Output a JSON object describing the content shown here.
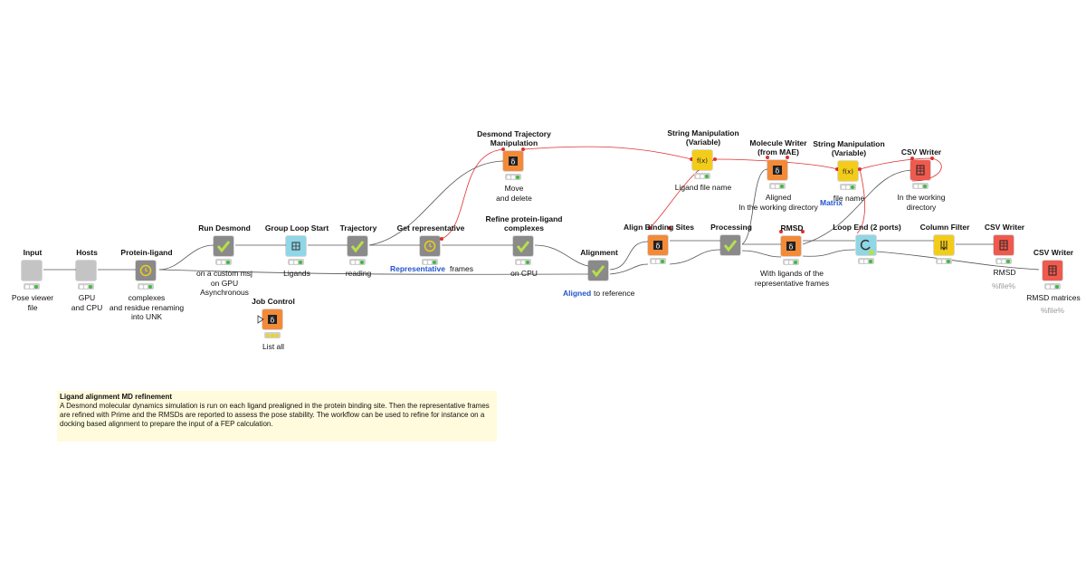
{
  "nodes": [
    {
      "title": "Input",
      "desc": "Pose viewer\nfile",
      "color": "gray",
      "icon": "blank-icon",
      "status": "green"
    },
    {
      "title": "Hosts",
      "desc": "GPU\nand CPU",
      "color": "gray",
      "icon": "blank-icon",
      "status": "green"
    },
    {
      "title": "Protein-ligand",
      "desc": "complexes\nand residue renaming\ninto UNK",
      "color": "meta",
      "icon": "clock-icon",
      "status": "green"
    },
    {
      "title": "Run Desmond",
      "desc": "on a custom msj\non GPU\nAsynchronous",
      "color": "meta",
      "icon": "check-icon",
      "status": "green"
    },
    {
      "title": "Group Loop Start",
      "desc": "Ligands",
      "color": "teal",
      "icon": "loop-start-icon",
      "status": "green"
    },
    {
      "title": "Trajectory",
      "desc": "reading",
      "color": "meta",
      "icon": "check-icon",
      "status": "green"
    },
    {
      "title": "Get representative",
      "desc": "",
      "color": "meta",
      "icon": "clock-icon",
      "status": "green"
    },
    {
      "title": "Desmond Trajectory\nManipulation",
      "desc": "Move\nand delete",
      "color": "orange",
      "icon": "schrodinger-icon",
      "status": "green"
    },
    {
      "title": "Refine protein-ligand\ncomplexes",
      "desc": "on CPU",
      "color": "meta",
      "icon": "check-icon",
      "status": "green"
    },
    {
      "title": "Alignment",
      "desc": "",
      "color": "meta",
      "icon": "check-icon",
      "status": "green"
    },
    {
      "title": "Align Binding Sites",
      "desc": "",
      "color": "orange",
      "icon": "schrodinger-icon",
      "status": "green"
    },
    {
      "title": "String Manipulation\n(Variable)",
      "desc": "Ligand file name",
      "color": "yellow",
      "icon": "string-var-icon",
      "status": "green"
    },
    {
      "title": "Processing",
      "desc": "",
      "color": "meta",
      "icon": "check-icon",
      "status": "green"
    },
    {
      "title": "Molecule Writer\n(from MAE)",
      "desc": "Aligned\nIn the working directory",
      "color": "orange",
      "icon": "schrodinger-icon",
      "status": "green"
    },
    {
      "title": "RMSD",
      "desc": "With ligands of the\nrepresentative frames",
      "color": "orange",
      "icon": "schrodinger-icon",
      "status": "green"
    },
    {
      "title": "String Manipulation\n(Variable)",
      "desc": "file name",
      "color": "yellow",
      "icon": "string-var-icon",
      "status": "green"
    },
    {
      "title": "Loop End (2 ports)",
      "desc": "",
      "color": "teal",
      "icon": "loop-end-icon",
      "status": "green"
    },
    {
      "title": "CSV Writer",
      "desc": "In the working\ndirectory",
      "color": "red",
      "icon": "csv-icon",
      "status": "green"
    },
    {
      "title": "Column Filter",
      "desc": "",
      "color": "yellow",
      "icon": "filter-icon",
      "status": "green"
    },
    {
      "title": "CSV Writer",
      "desc": "RMSD",
      "color": "red",
      "icon": "csv-icon",
      "status": "green"
    },
    {
      "title": "CSV Writer",
      "desc": "RMSD matrices",
      "color": "red",
      "icon": "csv-icon",
      "status": "green"
    },
    {
      "title": "Job Control",
      "desc": "List all",
      "color": "orange",
      "icon": "schrodinger-icon",
      "status": "yellow"
    }
  ],
  "labels": {
    "representative": "Representative",
    "frames": "frames",
    "aligned": "Aligned",
    "to_reference": "to reference",
    "matrix": "Matrix",
    "file_var_1": "%file%",
    "file_var_2": "%file%"
  },
  "annotation": {
    "title": "Ligand alignment MD refinement",
    "body": "A Desmond molecular dynamics simulation is run on each ligand prealigned in the protein binding site. Then the representative frames are refined with Prime and the RMSDs are reported to assess the pose stability. The workflow can be used to refine for instance on a docking based alignment to prepare the input of a FEP calculation."
  },
  "colors": {
    "wire": "#555555",
    "var_wire": "#e03030",
    "accent_check": "#b8e04a",
    "highlight_blue": "#2255cc"
  }
}
